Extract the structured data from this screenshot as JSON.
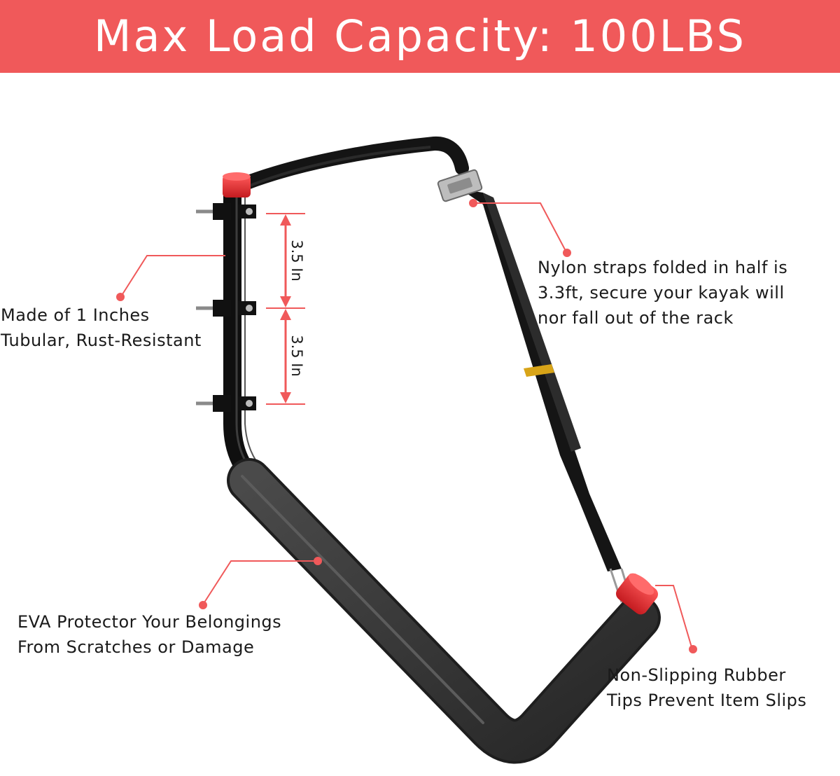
{
  "banner": {
    "title": "Max Load Capacity: 100LBS"
  },
  "callouts": {
    "left_tube": {
      "line1": "Made of 1 Inches",
      "line2": "Tubular, Rust-Resistant"
    },
    "strap": {
      "line1": "Nylon straps folded in half is",
      "line2": "3.3ft, secure your kayak will",
      "line3": "nor fall out of the rack"
    },
    "eva": {
      "line1": "EVA Protector Your Belongings",
      "line2": "From Scratches or Damage"
    },
    "rubber_tip": {
      "line1": "Non-Slipping Rubber",
      "line2": "Tips Prevent Item Slips"
    }
  },
  "dimensions": {
    "upper_spacing": "3.5 In",
    "lower_spacing": "3.5 In"
  },
  "colors": {
    "accent": "#f0595a",
    "foam": "#2e2e2e",
    "metal": "#111111",
    "tip": "#e8242b",
    "buckle": "#b8b8b8"
  }
}
